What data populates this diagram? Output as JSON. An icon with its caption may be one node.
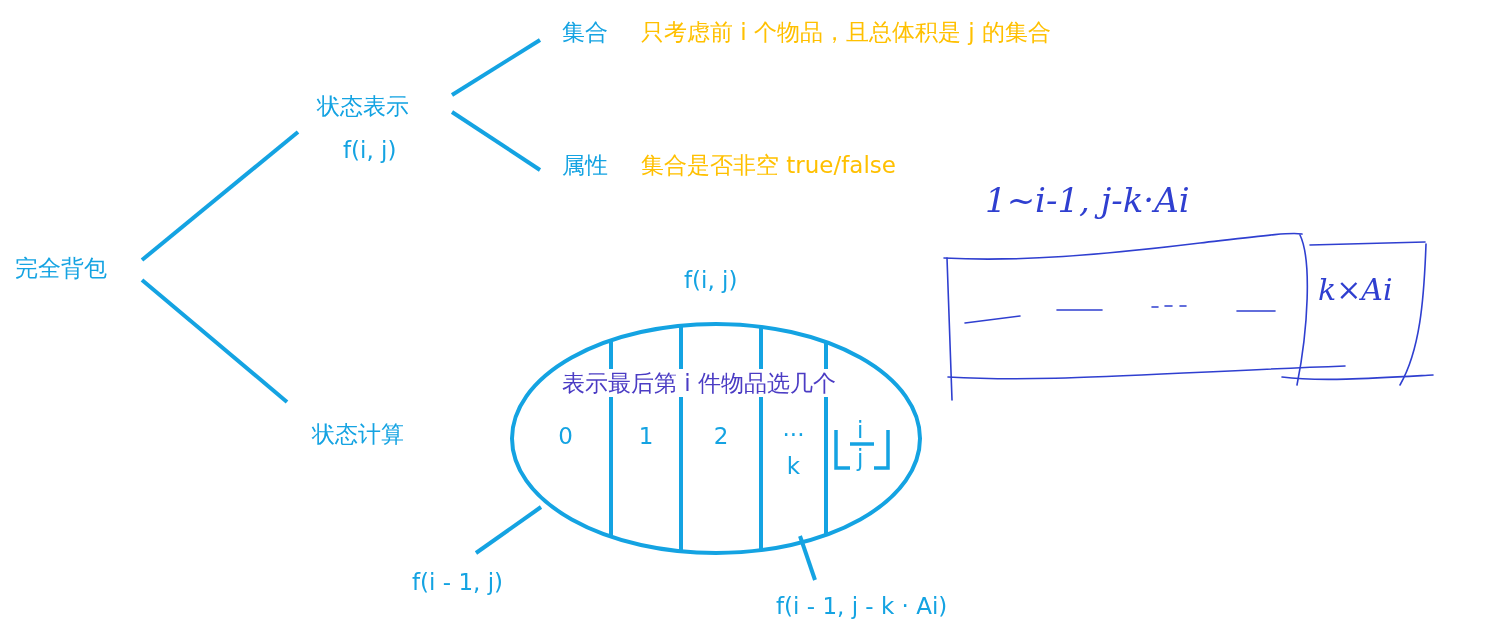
{
  "diagram": {
    "nodes": [
      {
        "text": [
          "完全背包"
        ]
      },
      {
        "text": [
          "状态表示",
          "f(i, j)"
        ]
      },
      {
        "text": [
          "集合"
        ],
        "beside": [
          "只考虑前 i 个物品，且总体积是 j 的集合"
        ]
      },
      {
        "text": [
          "属性"
        ],
        "beside": [
          "集合是否非空 true/false"
        ]
      },
      {
        "text": [
          "状态计算"
        ]
      },
      {
        "text": [
          "表示最后第 i 件物品选几个"
        ],
        "beside": [
          "f(i, j)"
        ]
      },
      {
        "text": [
          "0"
        ],
        "in": 5
      },
      {
        "text": [
          "1"
        ],
        "in": 5
      },
      {
        "text": [
          "2"
        ],
        "in": 5
      },
      {
        "text": [
          "...",
          "k"
        ],
        "in": 5
      },
      {
        "text": [
          "i",
          "j"
        ],
        "in": 5
      },
      {
        "text": [
          "f(i - 1, j)"
        ]
      },
      {
        "text": [
          "f(i - 1, j - k · Ai)"
        ]
      }
    ],
    "edges": [
      {
        "from": 0,
        "to": 1,
        "arrow": "none"
      },
      {
        "from": 0,
        "to": 4,
        "arrow": "none"
      },
      {
        "from": 1,
        "to": 2,
        "arrow": "none"
      },
      {
        "from": 1,
        "to": 3,
        "arrow": "none"
      },
      {
        "from": 11,
        "to": 6,
        "arrow": "none"
      },
      {
        "from": 12,
        "to": 9,
        "arrow": "none"
      }
    ],
    "labels": [
      "1~i-1, j-k·Ai",
      "k×Ai"
    ]
  }
}
